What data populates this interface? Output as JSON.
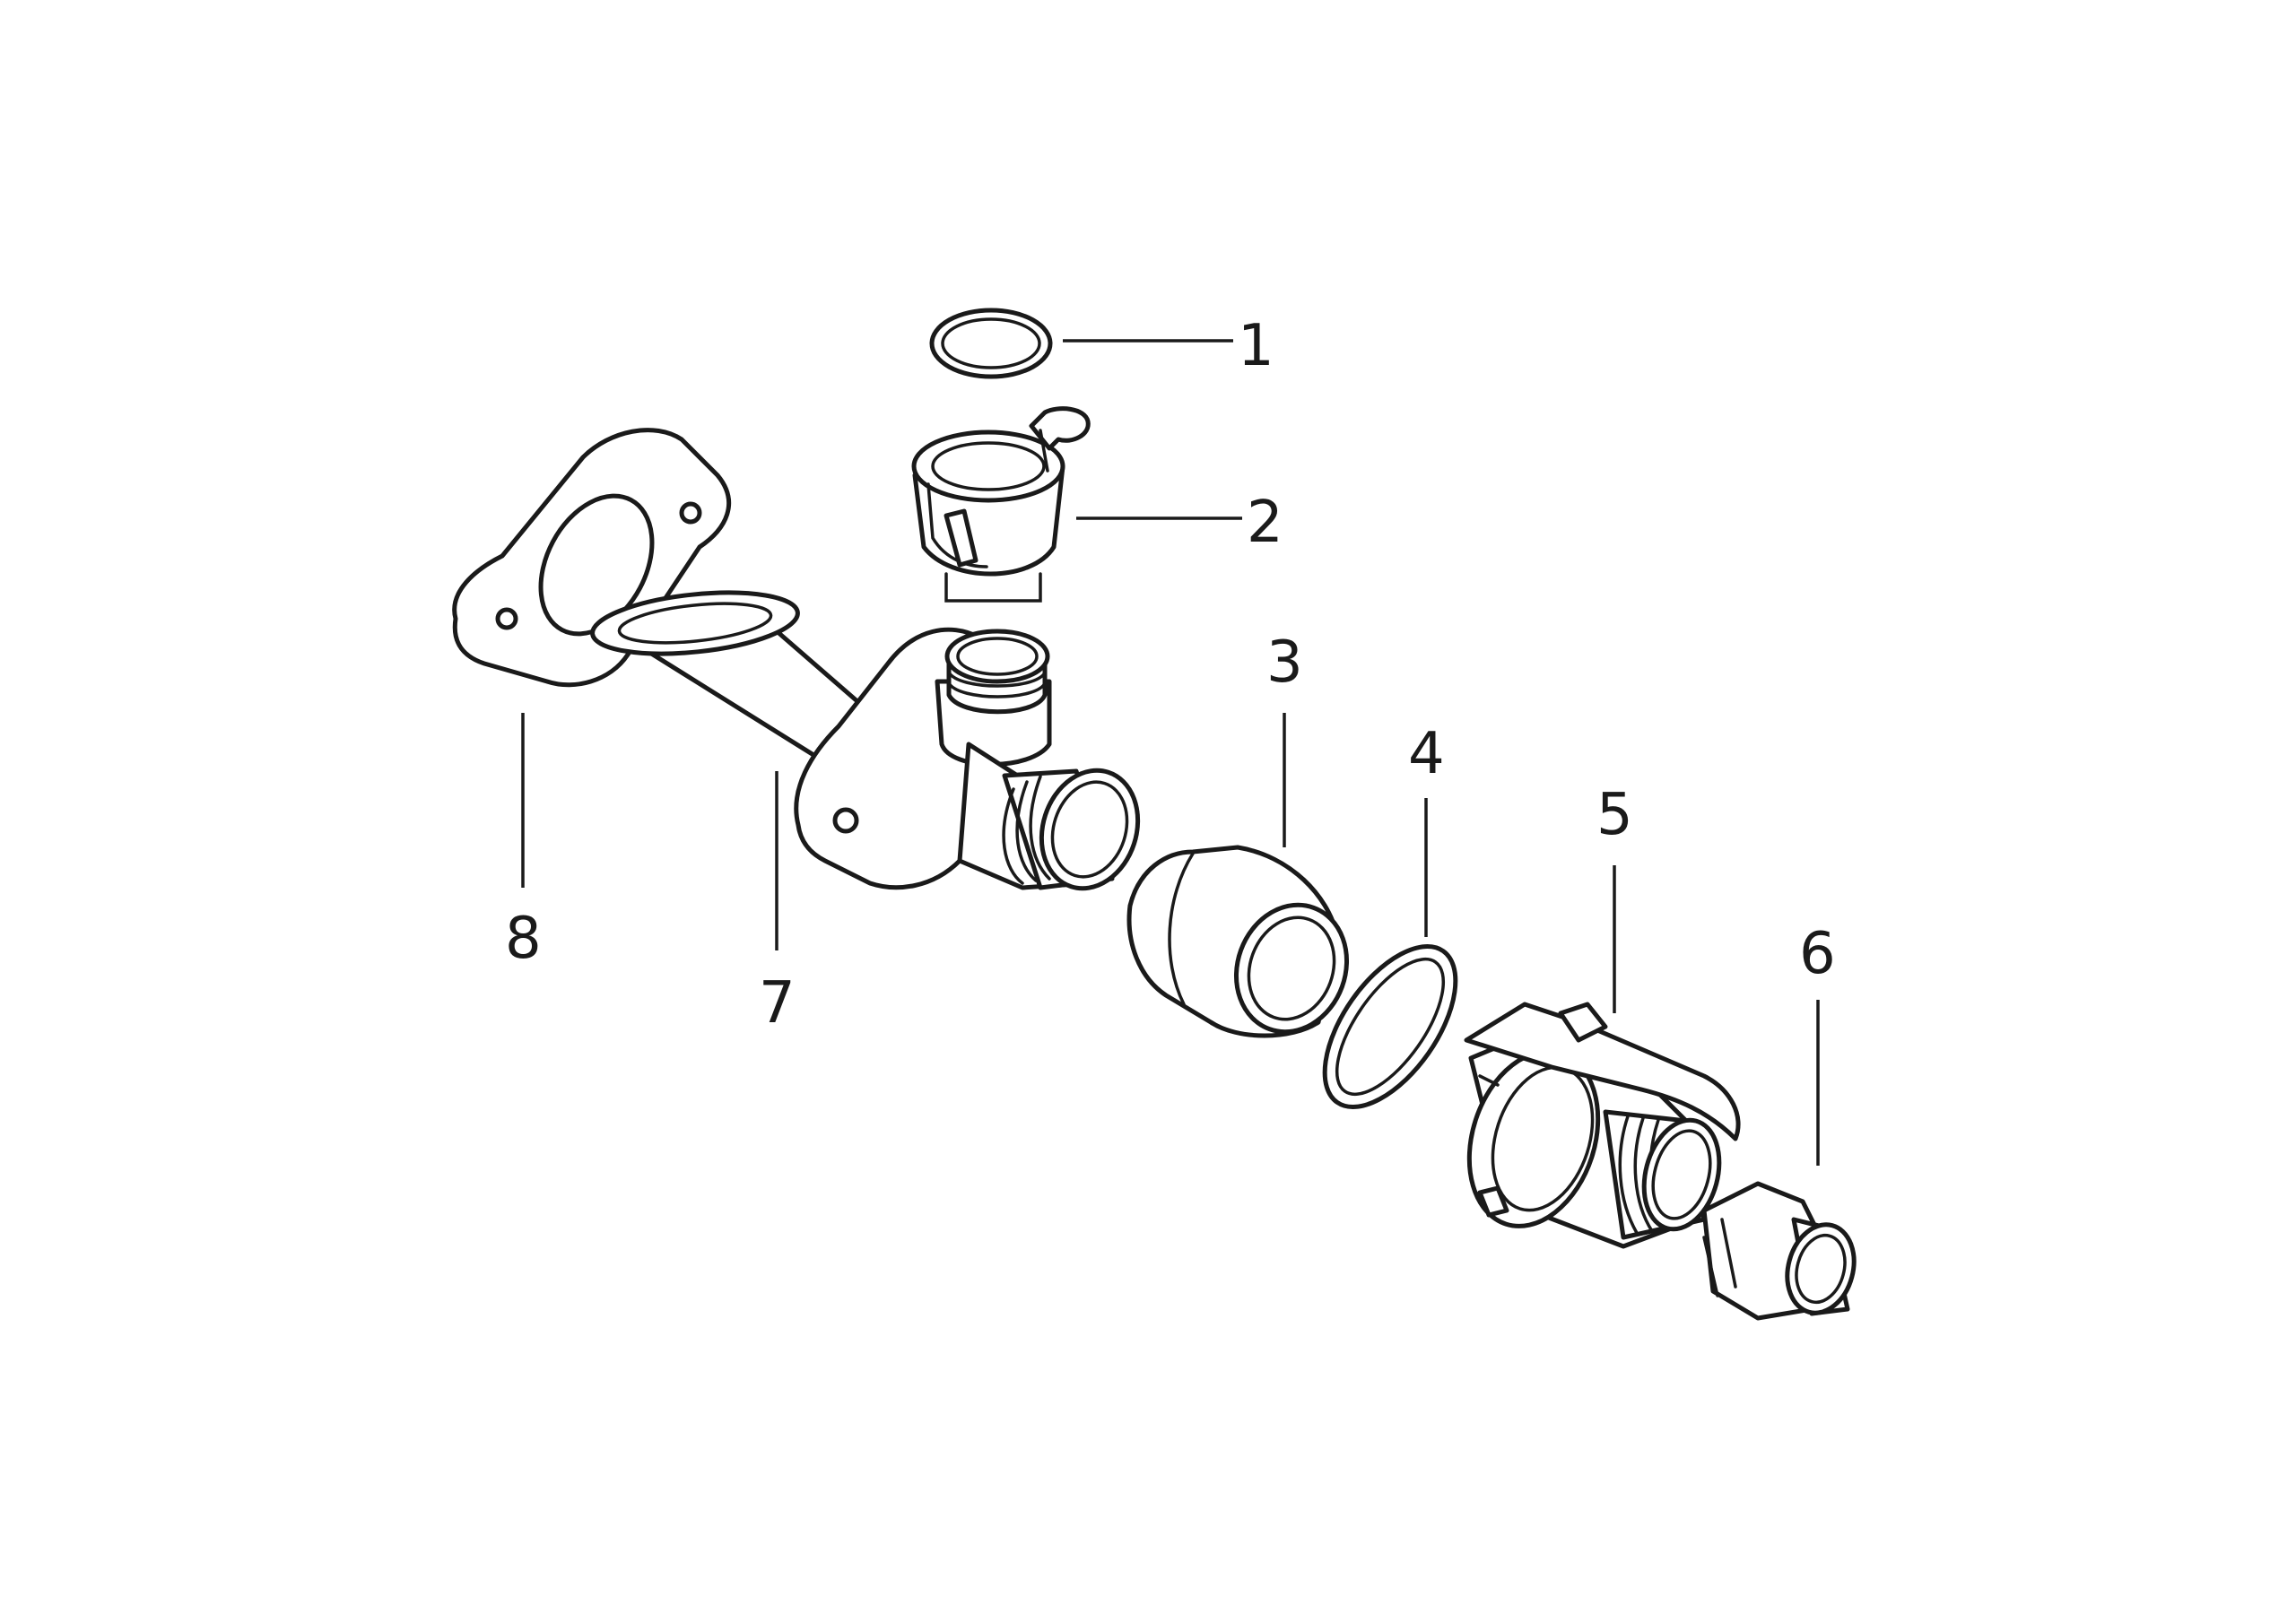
{
  "callouts": [
    {
      "label": "1"
    },
    {
      "label": "2"
    },
    {
      "label": "3"
    },
    {
      "label": "4"
    },
    {
      "label": "5"
    },
    {
      "label": "6"
    },
    {
      "label": "7"
    },
    {
      "label": "8"
    }
  ],
  "colors": {
    "line": "#1a1a1a",
    "background": "#ffffff"
  }
}
